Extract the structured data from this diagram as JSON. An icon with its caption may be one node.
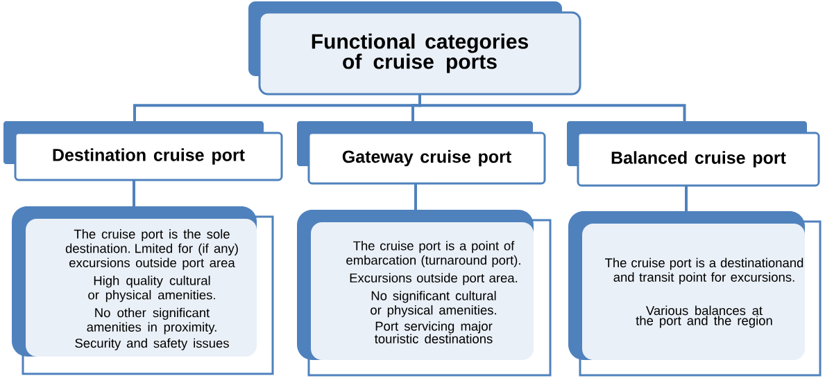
{
  "diagram": {
    "nodes": [
      {
        "text": [
          "Functional categories of cruise ports"
        ]
      },
      {
        "text": [
          "Destination cruise port"
        ]
      },
      {
        "text": [
          "Gateway cruise port"
        ]
      },
      {
        "text": [
          "Balanced cruise port"
        ]
      },
      {
        "text": [
          "The cruise port is the sole destination. Lmited for  (if any) excursions outside port area",
          "High quality cultural or physical amenities.",
          "No other significant amenities in proximity.",
          "Security and safety issues"
        ]
      },
      {
        "text": [
          "The cruise port is a point of embarcation (turnaround port).",
          "Excursions outside port area.",
          "No significant cultural or physical amenities.",
          "Port servicing major touristic destinations"
        ]
      },
      {
        "text": [
          "The cruise port is a destinationand and transit point for excursions.",
          "Various balances at the port and the region"
        ]
      }
    ],
    "edges": [
      {
        "from": 0,
        "to": 1,
        "arrow": "none"
      },
      {
        "from": 0,
        "to": 2,
        "arrow": "none"
      },
      {
        "from": 0,
        "to": 3,
        "arrow": "none"
      },
      {
        "from": 1,
        "to": 4,
        "arrow": "none"
      },
      {
        "from": 2,
        "to": 5,
        "arrow": "none"
      },
      {
        "from": 3,
        "to": 6,
        "arrow": "none"
      }
    ]
  }
}
